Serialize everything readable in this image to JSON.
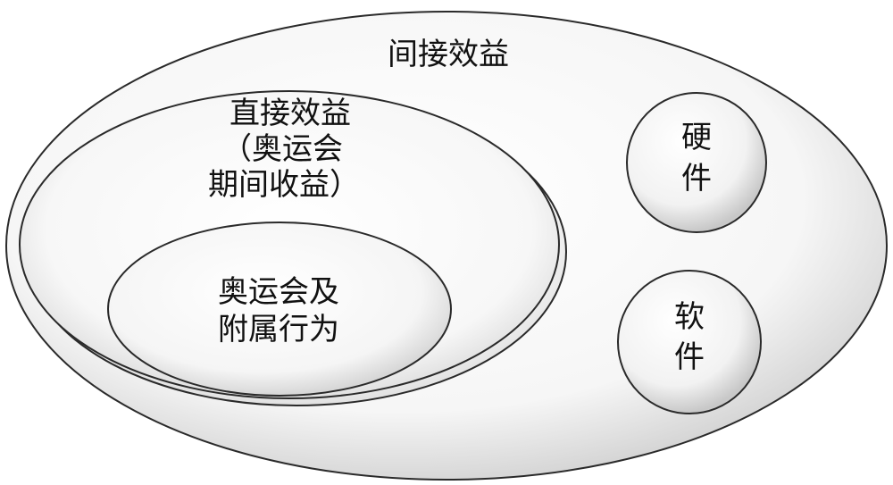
{
  "diagram": {
    "outer_label": "间接效益",
    "direct_label_lines": [
      "直接效益",
      "（奥运会",
      "期间收益）"
    ],
    "inner_label_lines": [
      "奥运会及",
      "附属行为"
    ],
    "hardware_label_lines": [
      "硬",
      "件"
    ],
    "software_label_lines": [
      "软",
      "件"
    ]
  },
  "colors": {
    "stroke": "#2a2a2a",
    "fill_light": "#ffffff",
    "fill_shadow": "#cfcfcf",
    "text": "#111111"
  }
}
